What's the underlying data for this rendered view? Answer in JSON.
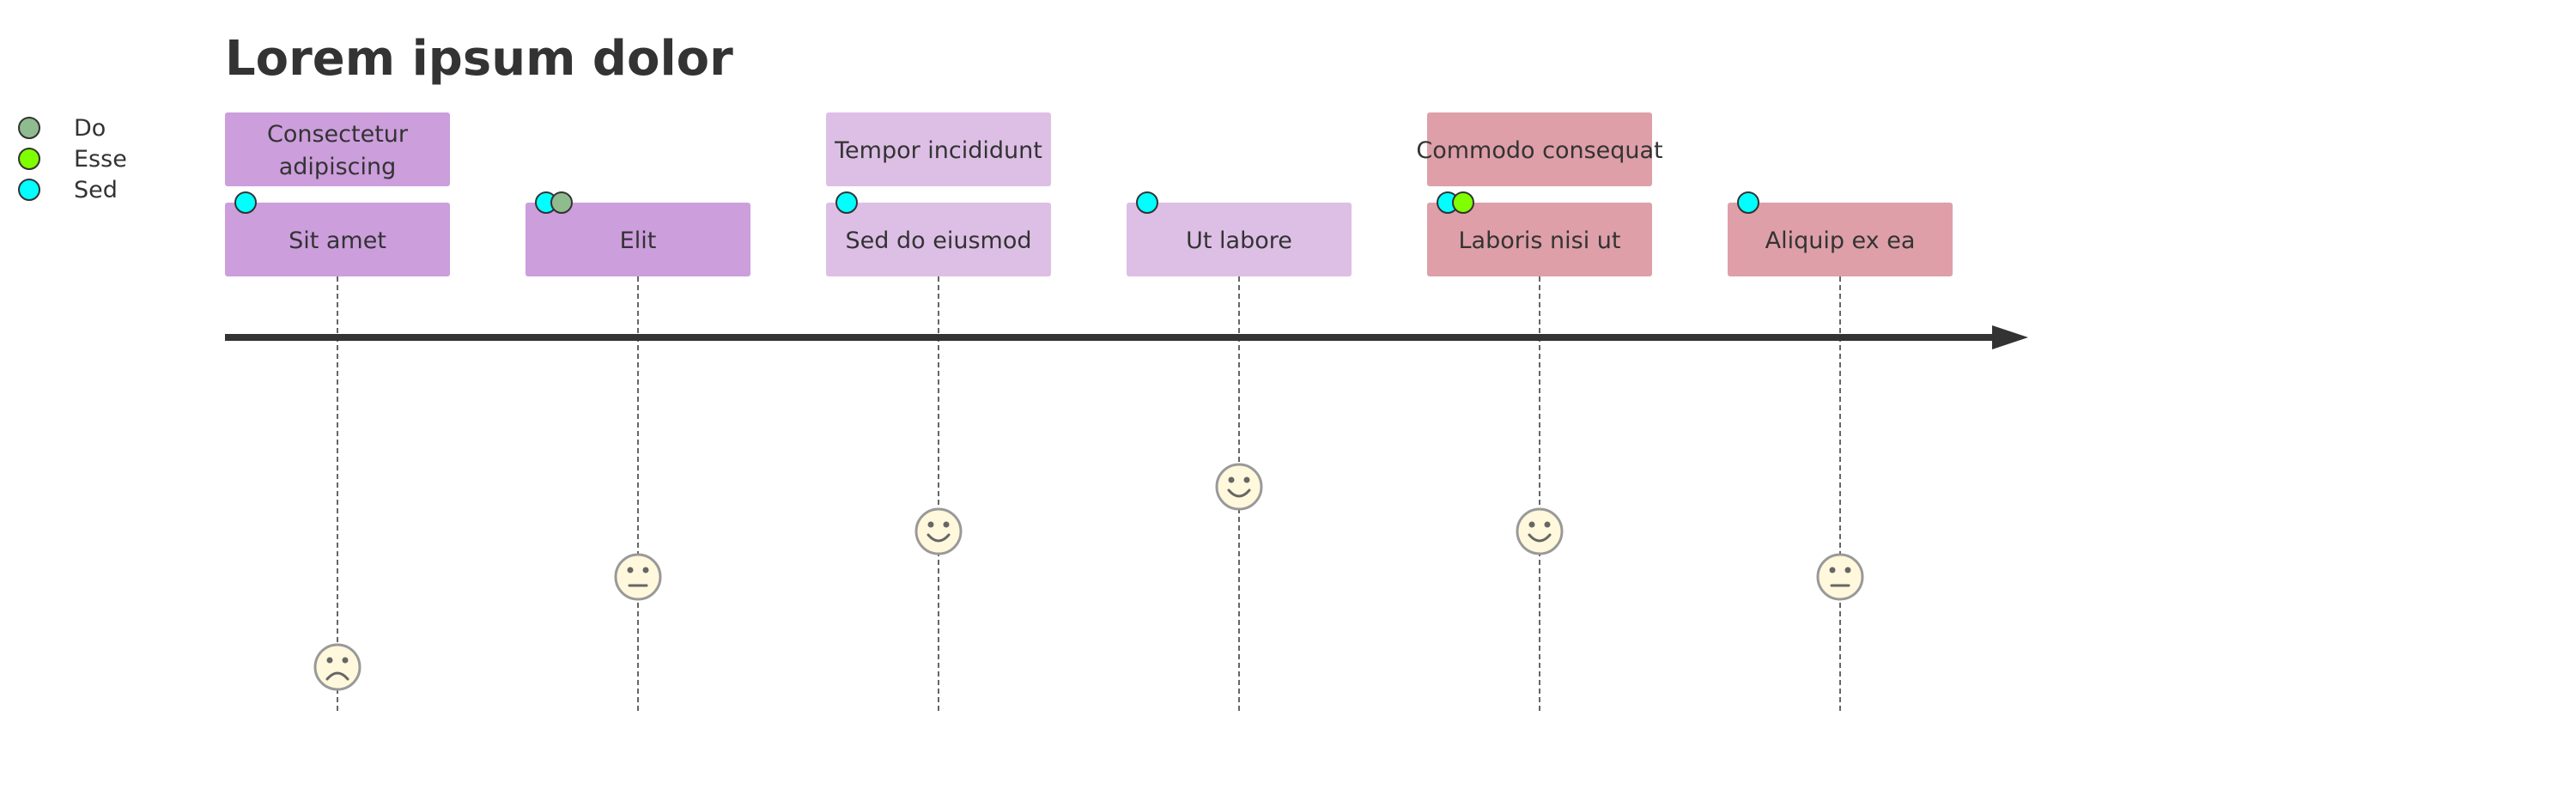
{
  "title": "Lorem ipsum dolor",
  "actors": [
    {
      "name": "Do",
      "color": "#8FBC8F"
    },
    {
      "name": "Esse",
      "color": "#7FFF00"
    },
    {
      "name": "Sed",
      "color": "#00FFFF"
    }
  ],
  "sections": [
    {
      "label": [
        "Consectetur",
        "adipiscing"
      ],
      "color": "#CC9EDC"
    },
    {
      "label": [
        "Tempor incididunt"
      ],
      "color": "#DDBFE6"
    },
    {
      "label": [
        "Commodo consequat"
      ],
      "color": "#DE9FA8"
    }
  ],
  "tasks": [
    {
      "label": "Sit amet",
      "section": 0,
      "score": 1,
      "actors": [
        "Sed"
      ]
    },
    {
      "label": "Elit",
      "section": 0,
      "score": 3,
      "actors": [
        "Sed",
        "Do"
      ]
    },
    {
      "label": "Sed do eiusmod",
      "section": 1,
      "score": 4,
      "actors": [
        "Sed"
      ]
    },
    {
      "label": "Ut labore",
      "section": 1,
      "score": 5,
      "actors": [
        "Sed"
      ]
    },
    {
      "label": "Laboris nisi ut",
      "section": 2,
      "score": 4,
      "actors": [
        "Sed",
        "Esse"
      ]
    },
    {
      "label": "Aliquip ex ea",
      "section": 2,
      "score": 3,
      "actors": [
        "Sed"
      ]
    }
  ]
}
